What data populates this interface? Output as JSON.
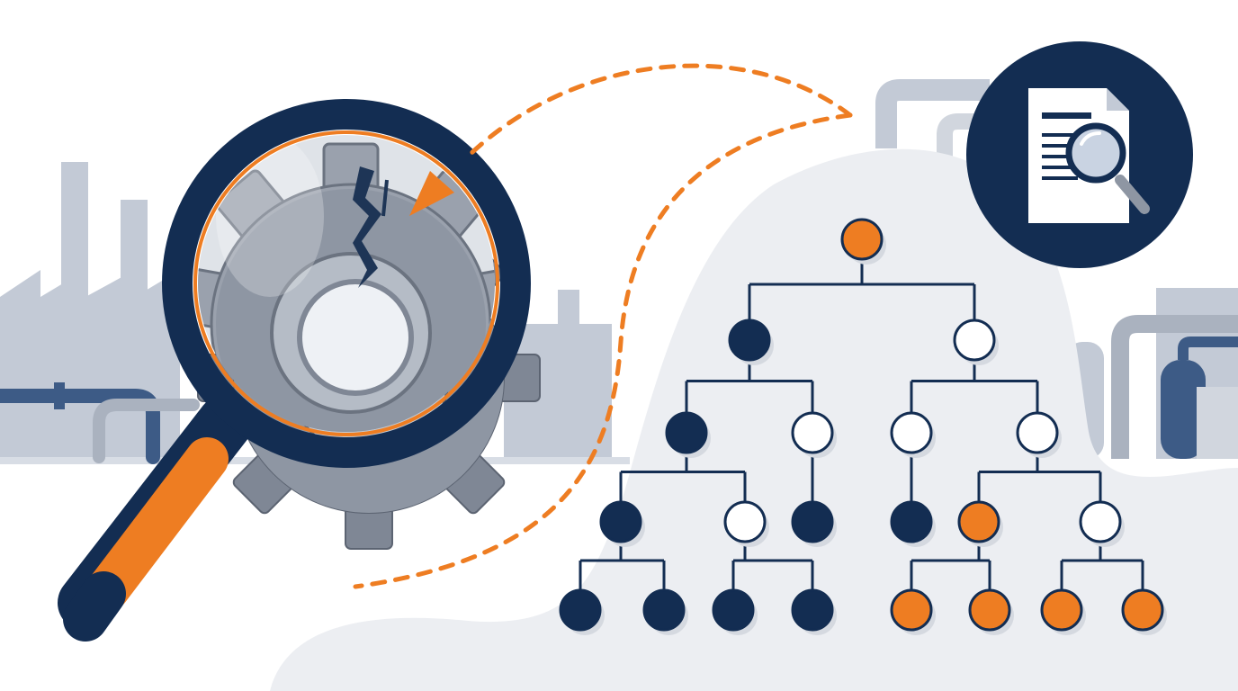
{
  "palette": {
    "navy": "#132d52",
    "orange": "#ee7d22",
    "gear": "#8e96a3",
    "gear_light": "#c5cbd3",
    "silhouette": "#c3cad6",
    "pipe_blue": "#3d5b86",
    "background_blob": "#eceef2",
    "white": "#ffffff"
  },
  "illustration": {
    "elements": [
      {
        "name": "factory-skyline-left",
        "icon": "factory-icon"
      },
      {
        "name": "factory-skyline-right",
        "icon": "industrial-pipes-icon"
      },
      {
        "name": "cracked-gear",
        "icon": "broken-gear-icon"
      },
      {
        "name": "magnifying-glass",
        "icon": "magnifier-icon"
      },
      {
        "name": "dashed-arrow",
        "icon": "dashed-arrow-icon"
      },
      {
        "name": "document-badge",
        "icon": "document-search-icon"
      },
      {
        "name": "fault-tree",
        "icon": "tree-diagram-icon"
      }
    ]
  },
  "fault_tree": {
    "levels": 5,
    "nodes": [
      {
        "id": "root",
        "fill": "orange"
      },
      {
        "id": "l1a",
        "fill": "navy"
      },
      {
        "id": "l1b",
        "fill": "white"
      },
      {
        "id": "l2a",
        "fill": "navy"
      },
      {
        "id": "l2b",
        "fill": "white"
      },
      {
        "id": "l2c",
        "fill": "white"
      },
      {
        "id": "l2d",
        "fill": "white"
      },
      {
        "id": "l3a",
        "fill": "navy"
      },
      {
        "id": "l3b",
        "fill": "white"
      },
      {
        "id": "l3c",
        "fill": "navy"
      },
      {
        "id": "l3d",
        "fill": "navy"
      },
      {
        "id": "l3e",
        "fill": "orange"
      },
      {
        "id": "l3f",
        "fill": "white"
      },
      {
        "id": "l4a",
        "fill": "navy"
      },
      {
        "id": "l4b",
        "fill": "navy"
      },
      {
        "id": "l4c",
        "fill": "navy"
      },
      {
        "id": "l4d",
        "fill": "navy"
      },
      {
        "id": "l4e",
        "fill": "orange"
      },
      {
        "id": "l4f",
        "fill": "orange"
      },
      {
        "id": "l4g",
        "fill": "orange"
      },
      {
        "id": "l4h",
        "fill": "orange"
      }
    ],
    "edges": [
      [
        "root",
        "l1a"
      ],
      [
        "root",
        "l1b"
      ],
      [
        "l1a",
        "l2a"
      ],
      [
        "l1a",
        "l2b"
      ],
      [
        "l1b",
        "l2c"
      ],
      [
        "l1b",
        "l2d"
      ],
      [
        "l2a",
        "l3a"
      ],
      [
        "l2a",
        "l3b"
      ],
      [
        "l2b",
        "l3c"
      ],
      [
        "l2c",
        "l3d"
      ],
      [
        "l2d",
        "l3e"
      ],
      [
        "l2d",
        "l3f"
      ],
      [
        "l3a",
        "l4a"
      ],
      [
        "l3a",
        "l4b"
      ],
      [
        "l3b",
        "l4c"
      ],
      [
        "l3b",
        "l4d"
      ],
      [
        "l3e",
        "l4e"
      ],
      [
        "l3e",
        "l4f"
      ],
      [
        "l3f",
        "l4g"
      ],
      [
        "l3f",
        "l4h"
      ]
    ]
  }
}
